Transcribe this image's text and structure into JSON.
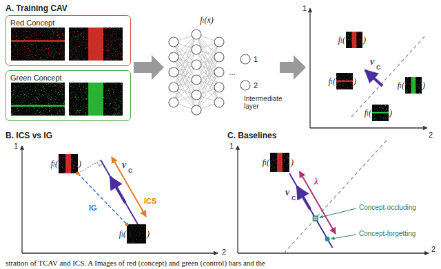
{
  "diagram": {
    "caption": "stration of TCAV and ICS. A Images of red (concept) and green (control) bars and the",
    "nodes": [
      {
        "text": [
          "Red Concept"
        ]
      },
      {
        "text": [
          "Green Concept"
        ]
      }
    ],
    "labels": [
      "A. Training CAV",
      "fₗ(x)",
      "...",
      "1",
      "2",
      "Intermediate layer",
      "1",
      "2",
      "fₗ(",
      ")",
      "fₗ(",
      ")",
      "fₗ(",
      ")",
      "fₗ(",
      ")",
      "ν",
      "C",
      "B. ICS vs IG",
      "1",
      "2",
      "fₗ(",
      ")",
      "fₗ(",
      ")",
      "ICS",
      "IG",
      "ν",
      "C",
      "C. Baselines",
      "1",
      "2",
      "fₗ(",
      ")",
      "ν",
      "C",
      "Concept-occluding",
      "Concept-forgetting",
      "λ"
    ]
  }
}
